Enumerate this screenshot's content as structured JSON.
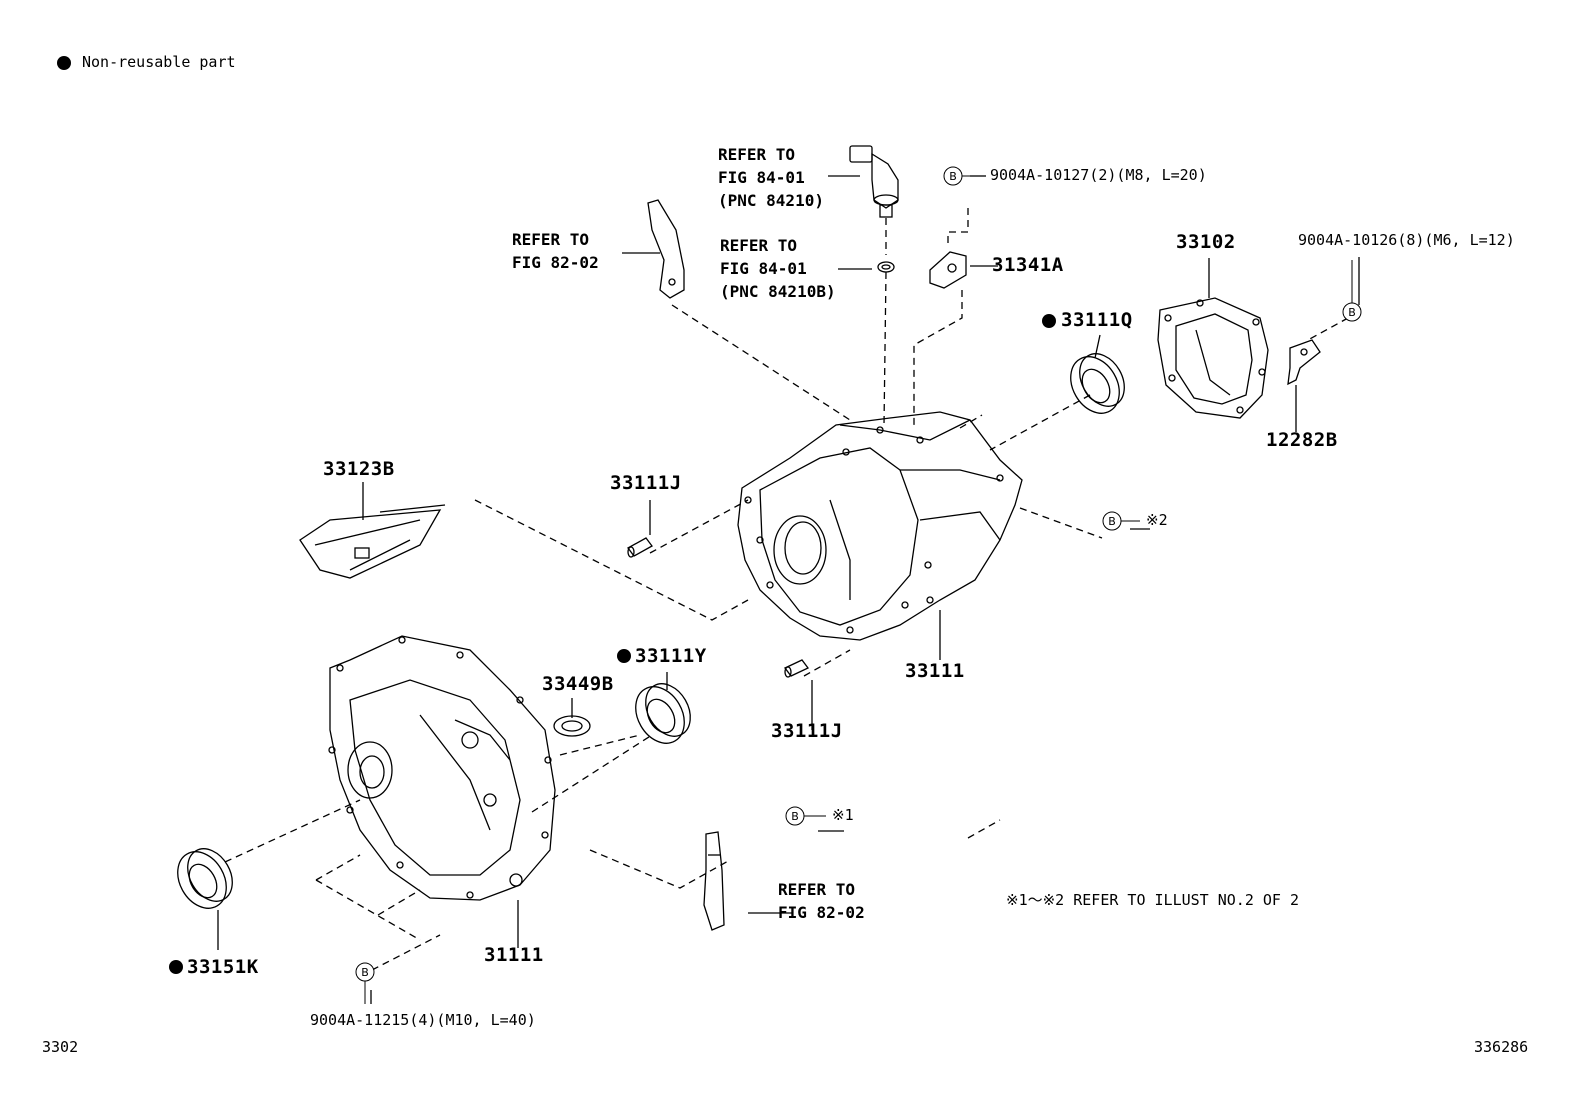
{
  "legend": {
    "non_reusable_label": "Non-reusable part"
  },
  "footer": {
    "left_code": "3302",
    "right_code": "336286"
  },
  "note": {
    "text": "※1～※2  REFER TO ILLUST NO.2 OF 2"
  },
  "bolt_marker": "B",
  "callouts": {
    "ref_sensor": "REFER TO\nFIG 84-01\n(PNC 84210)",
    "ref_gasket": "REFER TO\nFIG 84-01\n(PNC 84210B)",
    "ref_bracket_top": "REFER TO\nFIG 82-02",
    "ref_bracket_bottom": "REFER TO\nFIG 82-02",
    "bolt_m8": "9004A-10127(2)(M8, L=20)",
    "bolt_m6": "9004A-10126(8)(M6, L=12)",
    "bolt_m10": "9004A-11215(4)(M10, L=40)",
    "mark_2": "※2",
    "mark_1": "※1"
  },
  "parts": {
    "p31341A": "31341A",
    "p33102": "33102",
    "p33111Q": "33111Q",
    "p12282B": "12282B",
    "p33123B": "33123B",
    "p33111J_top": "33111J",
    "p33111": "33111",
    "p33111J_bottom": "33111J",
    "p33449B": "33449B",
    "p33111Y": "33111Y",
    "p33151K": "33151K",
    "p31111": "31111"
  }
}
